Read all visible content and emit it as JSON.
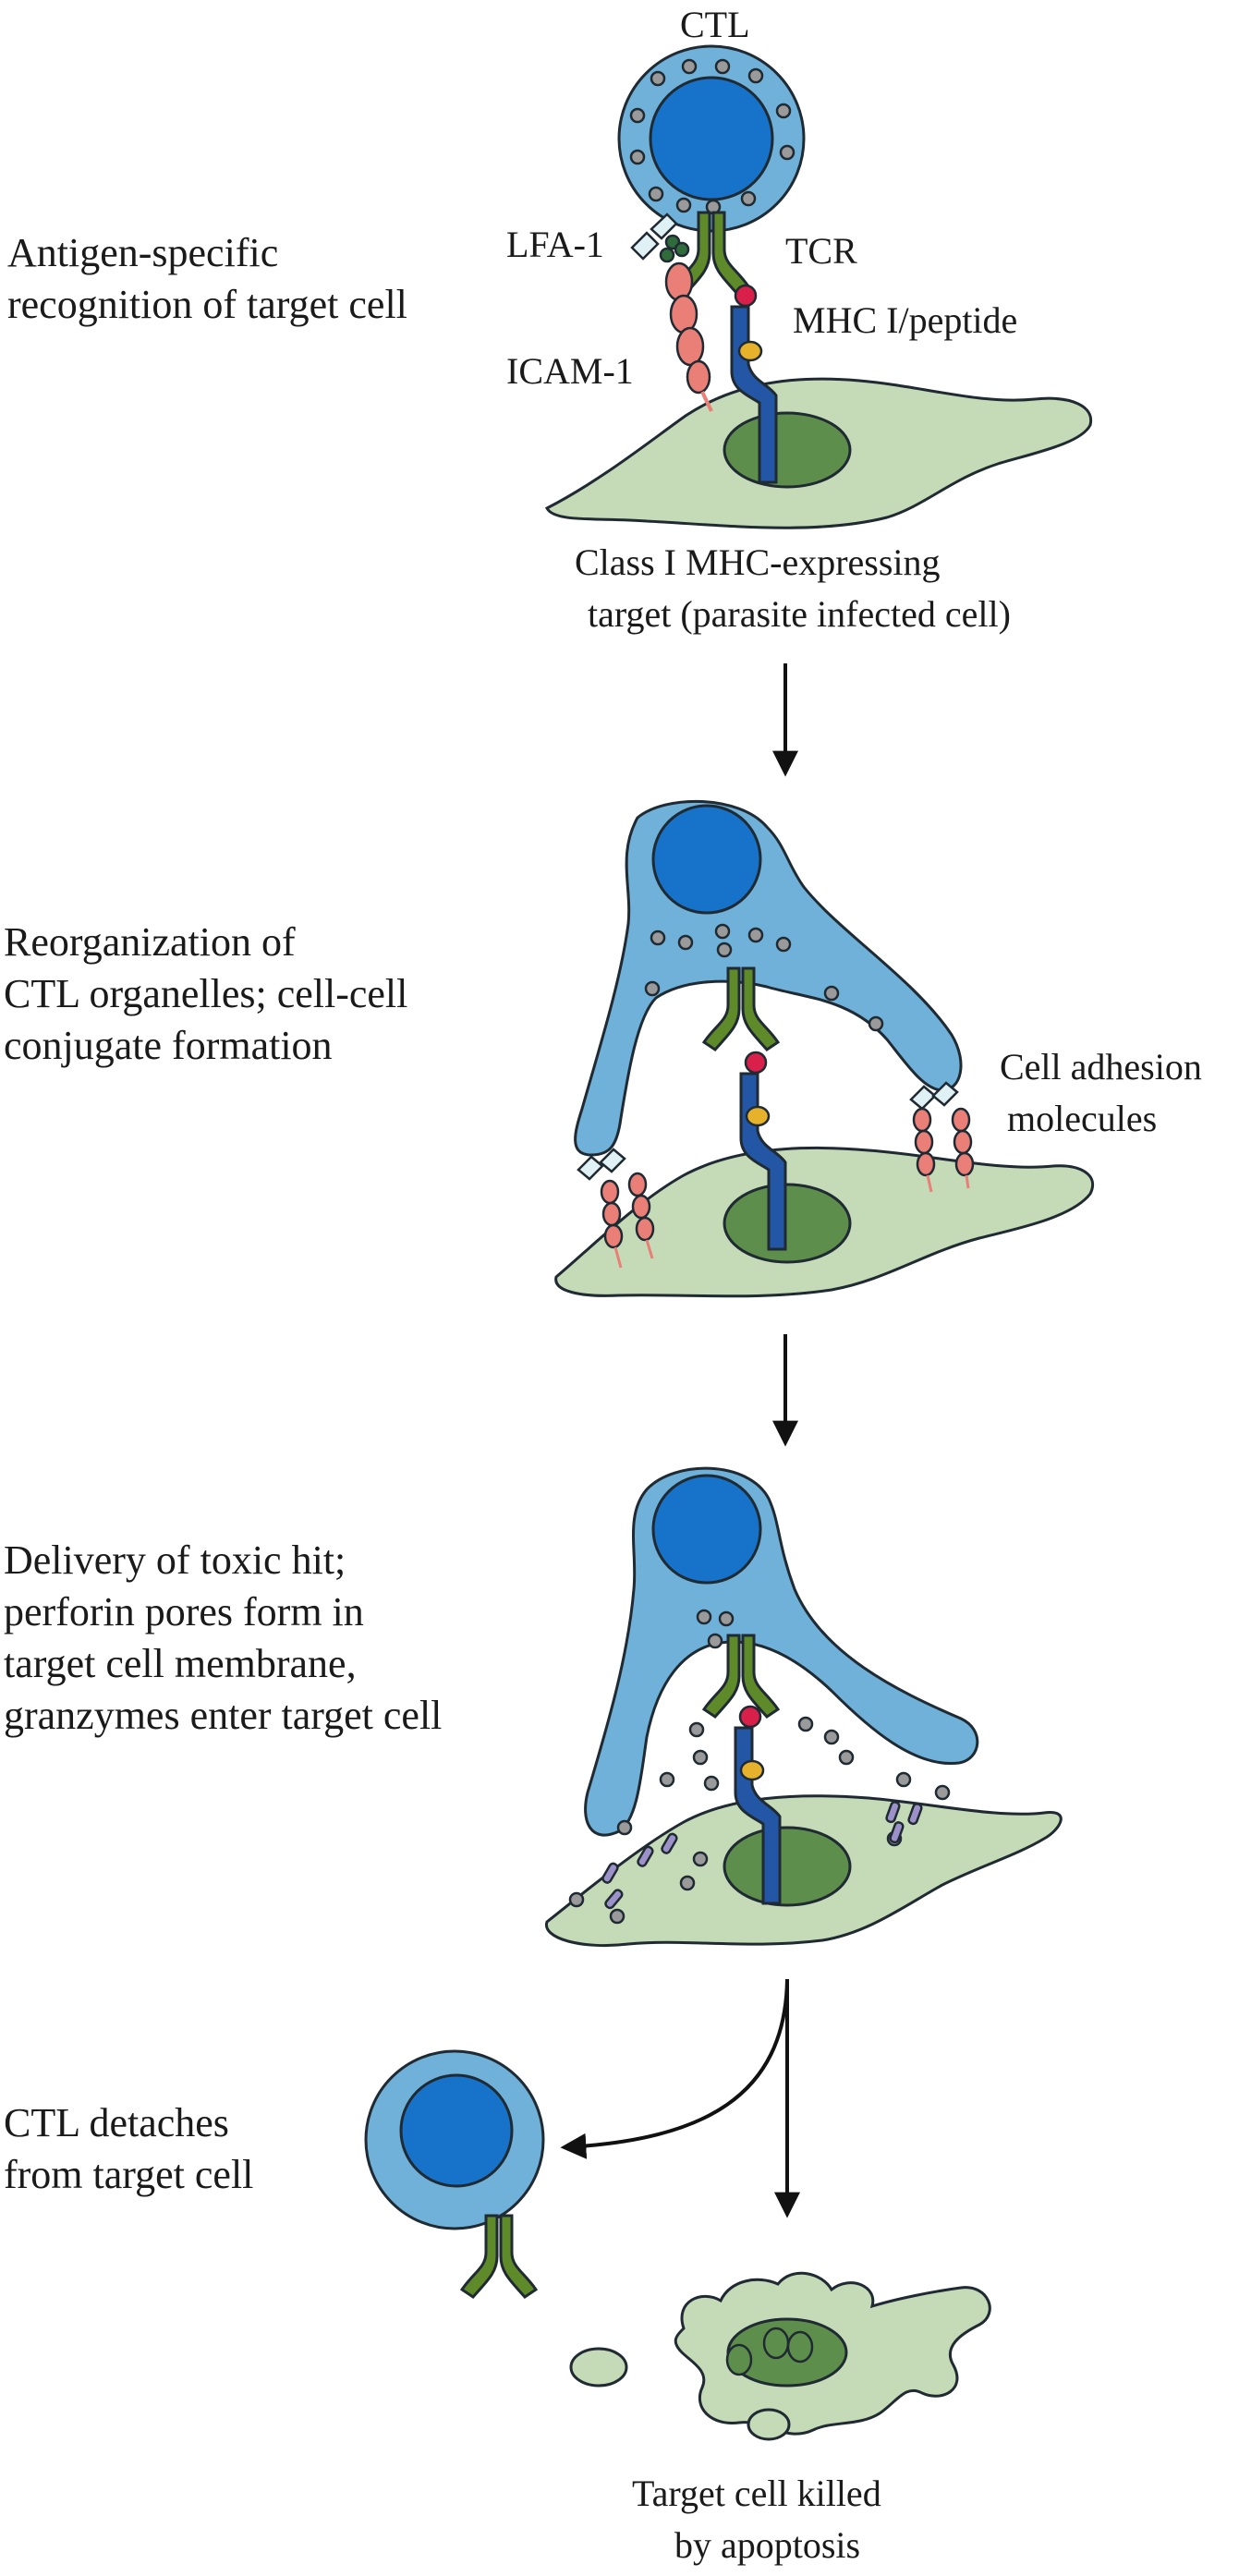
{
  "colors": {
    "ctl_fill": "#6fb1d8",
    "ctl_nucleus": "#1673c9",
    "target_fill": "#c5dbb8",
    "target_nucleus": "#5e8e4b",
    "tcr": "#5f8a2a",
    "mhc": "#2357a6",
    "peptide": "#d8204a",
    "beta2m": "#e6b12b",
    "icam": "#e97f76",
    "lfa": "#2f6b3b",
    "perforin": "#9c91c8",
    "granule": "#9a9a9a",
    "outline": "#1f2a33"
  },
  "labels": {
    "ctl": "CTL",
    "lfa1": "LFA-1",
    "tcr": "TCR",
    "mhc_peptide": "MHC I/peptide",
    "icam1": "ICAM-1",
    "target_line1": "Class I MHC-expressing",
    "target_line2": "target (parasite infected cell)",
    "adhesion_line1": "Cell adhesion",
    "adhesion_line2": "molecules",
    "killed_line1": "Target cell killed",
    "killed_line2": "by apoptosis"
  },
  "steps": [
    {
      "line1": "Antigen-specific",
      "line2": "recognition of target cell"
    },
    {
      "line1": "Reorganization of",
      "line2": "CTL organelles; cell-cell",
      "line3": "conjugate formation"
    },
    {
      "line1": "Delivery of toxic hit;",
      "line2": "perforin pores form in",
      "line3": "target cell membrane,",
      "line4": "granzymes enter target cell"
    },
    {
      "line1": "CTL detaches",
      "line2": "from target cell"
    }
  ]
}
